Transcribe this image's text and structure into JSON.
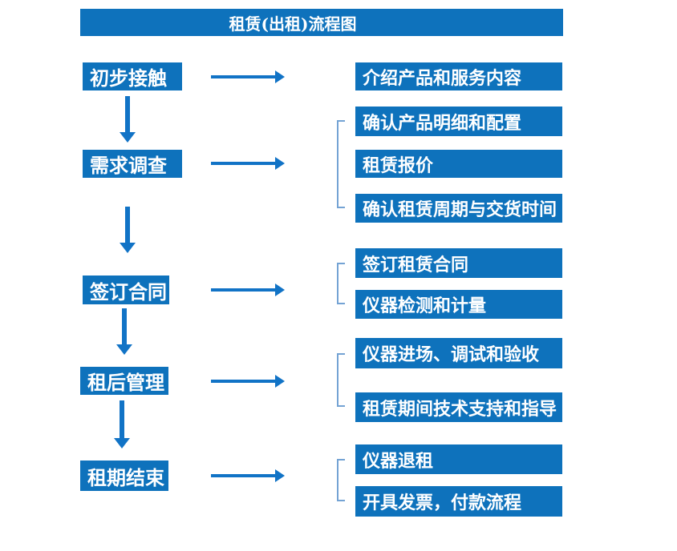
{
  "title": "租赁(出租)流程图",
  "colors": {
    "box": "#0E72BC",
    "arrow": "#1173C6",
    "bracket": "#74A3D4",
    "text": "#FFFFFF",
    "background": "#FFFFFF"
  },
  "stages": [
    {
      "id": "initial-contact",
      "label": "初步接触",
      "outputs": [
        "介绍产品和服务内容"
      ]
    },
    {
      "id": "demand-survey",
      "label": "需求调查",
      "outputs": [
        "确认产品明细和配置",
        "租赁报价",
        "确认租赁周期与交货时间"
      ]
    },
    {
      "id": "sign-contract",
      "label": "签订合同",
      "outputs": [
        "签订租赁合同",
        "仪器检测和计量"
      ]
    },
    {
      "id": "post-rental-management",
      "label": "租后管理",
      "outputs": [
        "仪器进场、调试和验收",
        "租赁期间技术支持和指导"
      ]
    },
    {
      "id": "rental-end",
      "label": "租期结束",
      "outputs": [
        "仪器退租",
        "开具发票，付款流程"
      ]
    }
  ]
}
